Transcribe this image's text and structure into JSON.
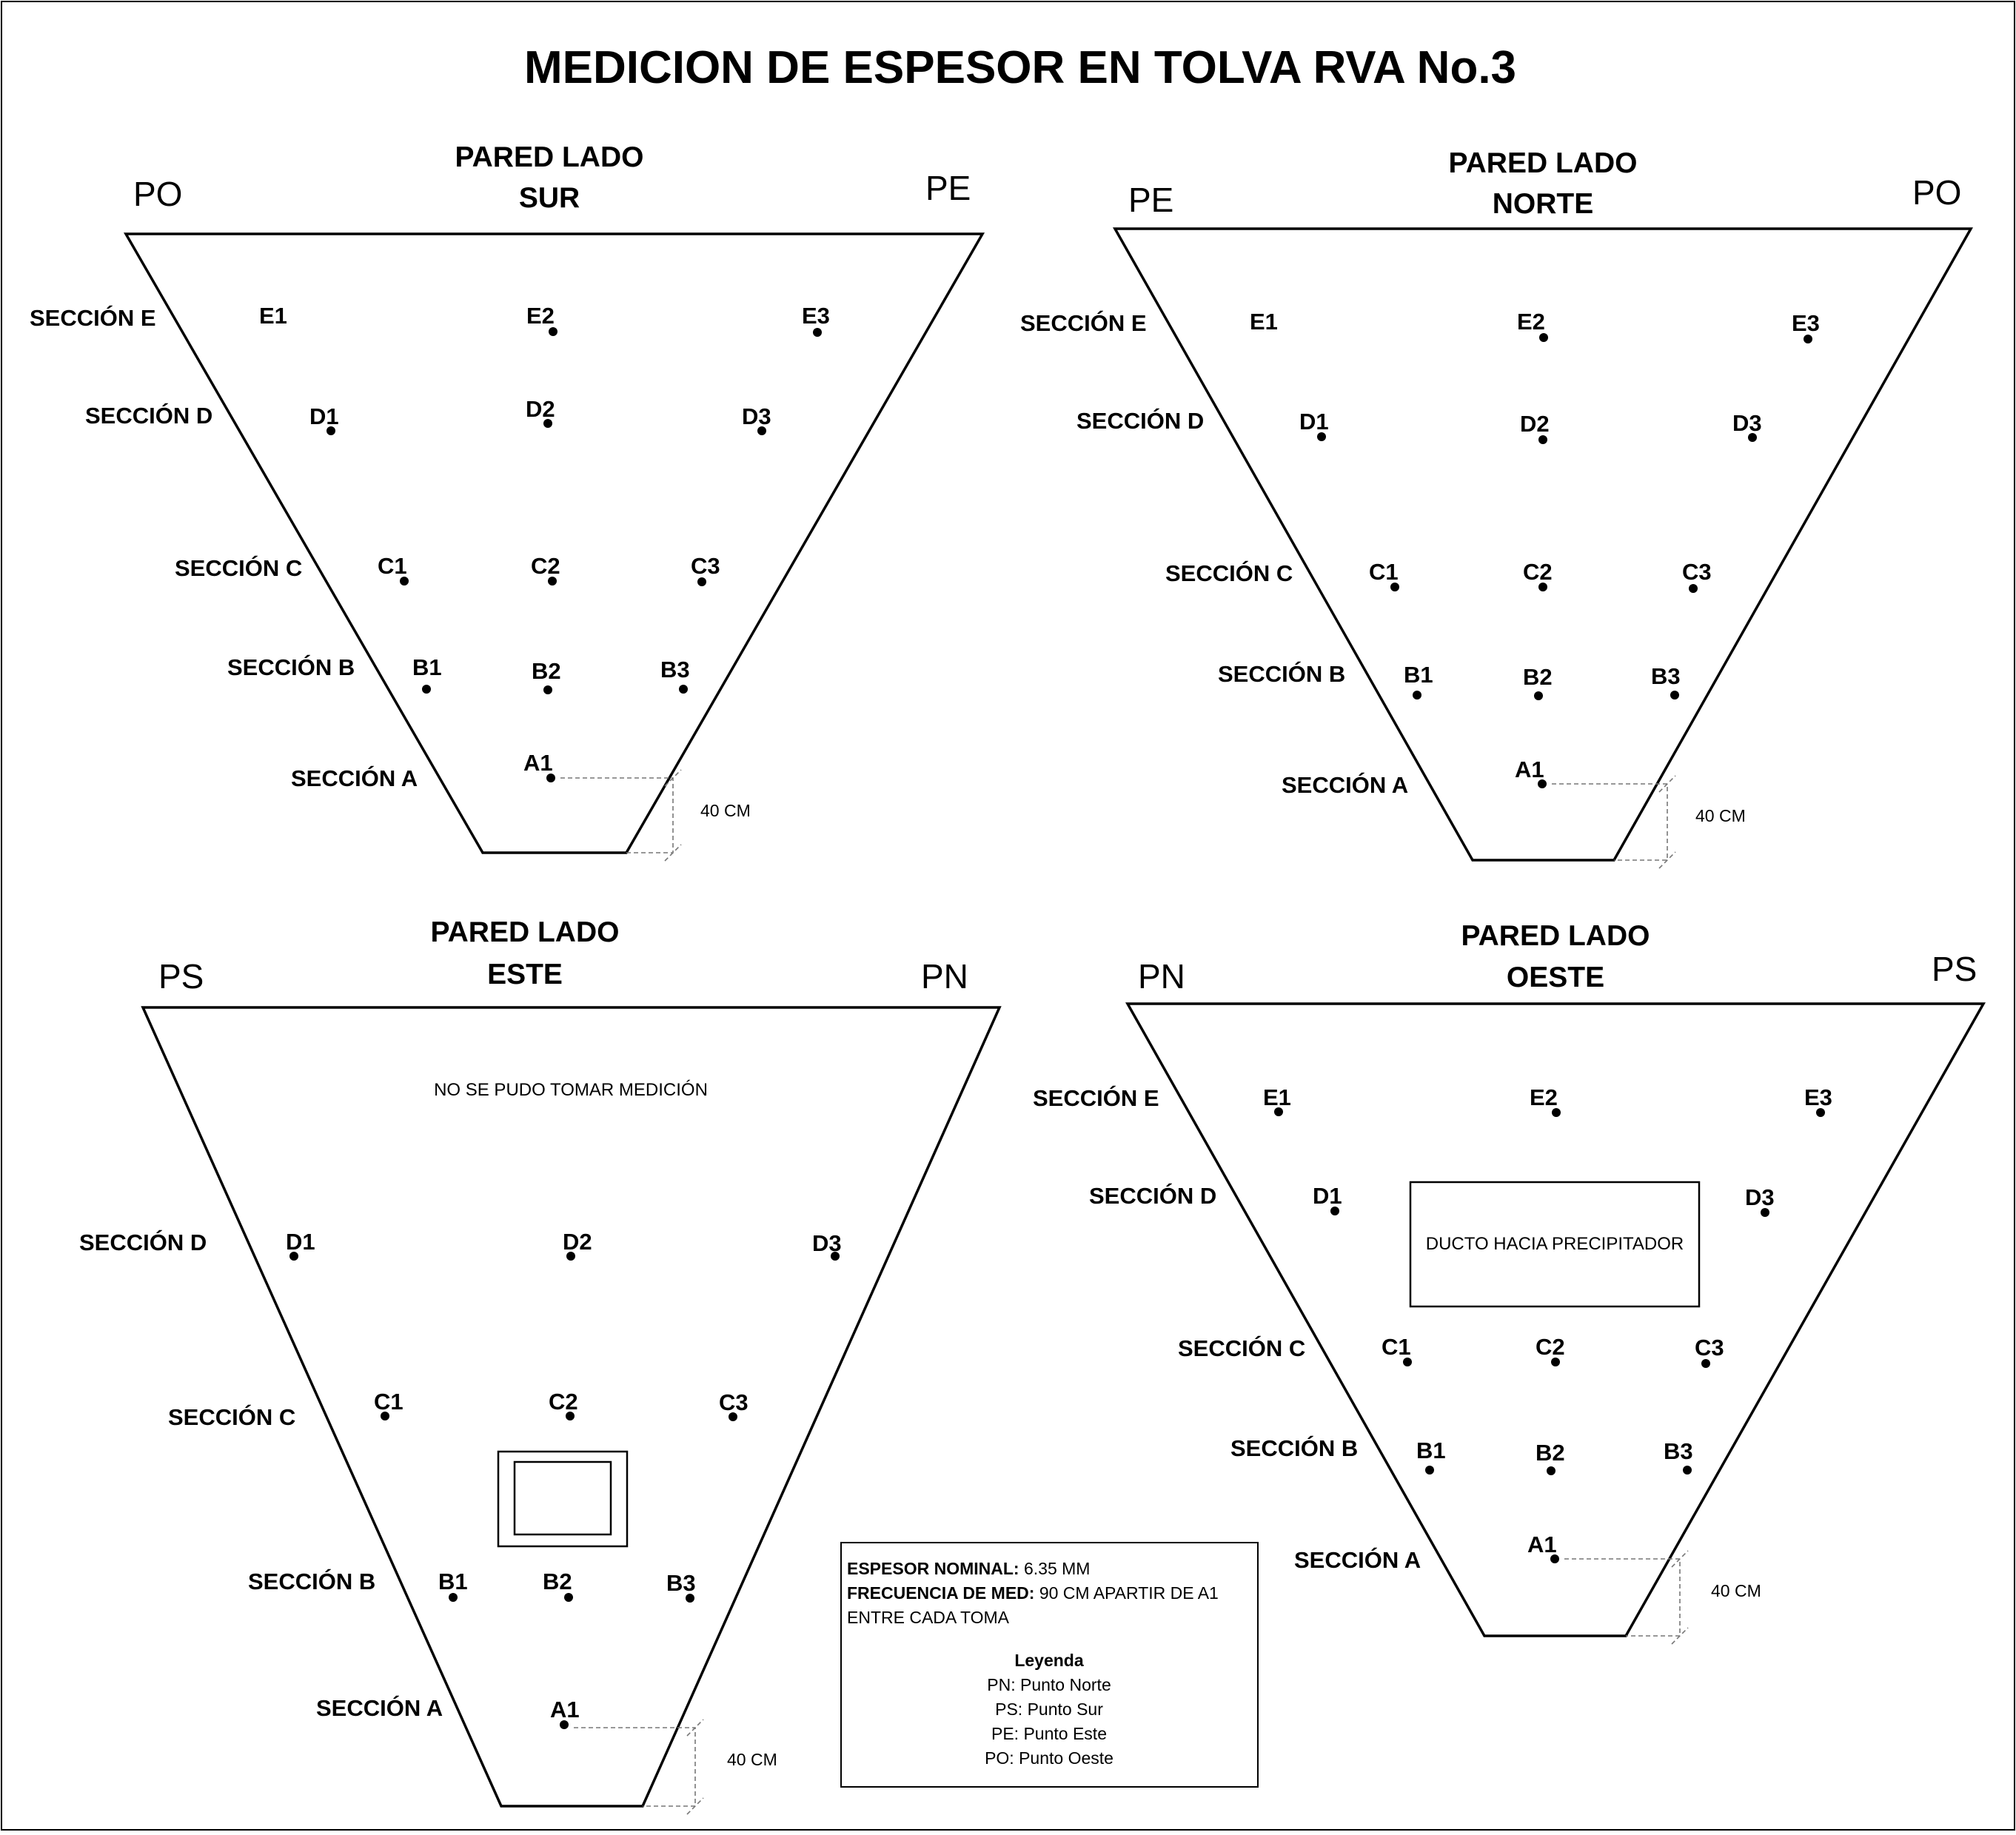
{
  "title": "MEDICION DE ESPESOR EN TOLVA  RVA No.3",
  "walls": [
    {
      "id": "sur",
      "title_line1": "PARED LADO",
      "title_line2": "SUR",
      "corner_left": "PO",
      "corner_right": "PE",
      "sections": [
        "SECCIÓN E",
        "SECCIÓN D",
        "SECCIÓN C",
        "SECCIÓN B",
        "SECCIÓN A"
      ],
      "points": [
        "E1",
        "E2",
        "E3",
        "D1",
        "D2",
        "D3",
        "C1",
        "C2",
        "C3",
        "B1",
        "B2",
        "B3",
        "A1"
      ],
      "dimension": "40 CM"
    },
    {
      "id": "norte",
      "title_line1": "PARED LADO",
      "title_line2": "NORTE",
      "corner_left": "PE",
      "corner_right": "PO",
      "sections": [
        "SECCIÓN E",
        "SECCIÓN D",
        "SECCIÓN C",
        "SECCIÓN B",
        "SECCIÓN A"
      ],
      "points": [
        "E1",
        "E2",
        "E3",
        "D1",
        "D2",
        "D3",
        "C1",
        "C2",
        "C3",
        "B1",
        "B2",
        "B3",
        "A1"
      ],
      "dimension": "40 CM"
    },
    {
      "id": "este",
      "title_line1": "PARED LADO",
      "title_line2": "ESTE",
      "corner_left": "PS",
      "corner_right": "PN",
      "note": "NO SE PUDO TOMAR MEDICIÓN",
      "sections": [
        "SECCIÓN D",
        "SECCIÓN C",
        "SECCIÓN B",
        "SECCIÓN A"
      ],
      "points": [
        "D1",
        "D2",
        "D3",
        "C1",
        "C2",
        "C3",
        "B1",
        "B2",
        "B3",
        "A1"
      ],
      "dimension": "40 CM"
    },
    {
      "id": "oeste",
      "title_line1": "PARED LADO",
      "title_line2": "OESTE",
      "corner_left": "PN",
      "corner_right": "PS",
      "duct_label": "DUCTO HACIA PRECIPITADOR",
      "sections": [
        "SECCIÓN E",
        "SECCIÓN D",
        "SECCIÓN C",
        "SECCIÓN B",
        "SECCIÓN A"
      ],
      "points": [
        "E1",
        "E2",
        "E3",
        "D1",
        "D3",
        "C1",
        "C2",
        "C3",
        "B1",
        "B2",
        "B3",
        "A1"
      ],
      "dimension": "40 CM"
    }
  ],
  "legend_box": {
    "espesor_label": "ESPESOR NOMINAL:",
    "espesor_value": " 6.35 MM",
    "frecuencia_label": "FRECUENCIA DE MED:",
    "frecuencia_value": " 90 CM APARTIR DE A1",
    "frecuencia_line2": "ENTRE CADA TOMA",
    "legend_title": "Leyenda",
    "items": [
      "PN: Punto Norte",
      "PS: Punto Sur",
      "PE: Punto Este",
      "PO: Punto Oeste"
    ]
  }
}
